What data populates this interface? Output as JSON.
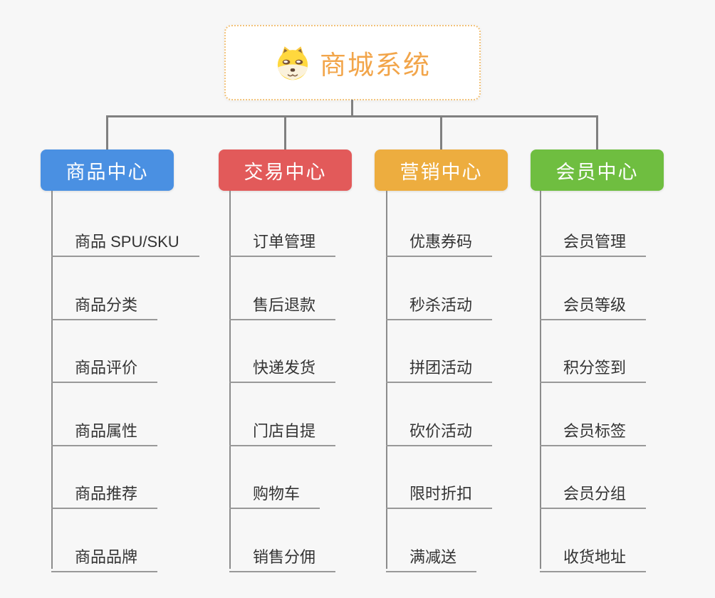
{
  "root": {
    "title": "商城系统",
    "icon": "doge-face-icon"
  },
  "branches": [
    {
      "label": "商品中心",
      "color": "#4a90e2",
      "children": [
        "商品 SPU/SKU",
        "商品分类",
        "商品评价",
        "商品属性",
        "商品推荐",
        "商品品牌"
      ]
    },
    {
      "label": "交易中心",
      "color": "#e25a5a",
      "children": [
        "订单管理",
        "售后退款",
        "快递发货",
        "门店自提",
        "购物车",
        "销售分佣"
      ]
    },
    {
      "label": "营销中心",
      "color": "#edad3f",
      "children": [
        "优惠券码",
        "秒杀活动",
        "拼团活动",
        "砍价活动",
        "限时折扣",
        "满减送"
      ]
    },
    {
      "label": "会员中心",
      "color": "#6fbe40",
      "children": [
        "会员管理",
        "会员等级",
        "积分签到",
        "会员标签",
        "会员分组",
        "收货地址"
      ]
    }
  ],
  "colors": {
    "background": "#f7f7f7",
    "connector": "#808080",
    "trunk": "#8c8c8c",
    "leaf_underline": "#999999",
    "leaf_text": "#333333",
    "root_text": "#f2a54a",
    "root_border": "#f2c27a"
  }
}
